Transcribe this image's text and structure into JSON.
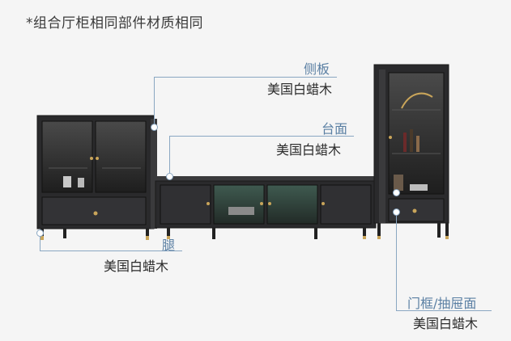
{
  "note": "*组合厅柜相同部件材质相同",
  "callouts": {
    "side_panel": {
      "part": "侧板",
      "material": "美国白蜡木"
    },
    "top_surface": {
      "part": "台面",
      "material": "美国白蜡木"
    },
    "legs": {
      "part": "腿",
      "material": "美国白蜡木"
    },
    "door_frame": {
      "part": "门框/抽屉面",
      "material": "美国白蜡木"
    }
  },
  "colors": {
    "wood": "#2a2a2c",
    "accent_label": "#5a7fa3",
    "brass": "#c9a55a"
  }
}
